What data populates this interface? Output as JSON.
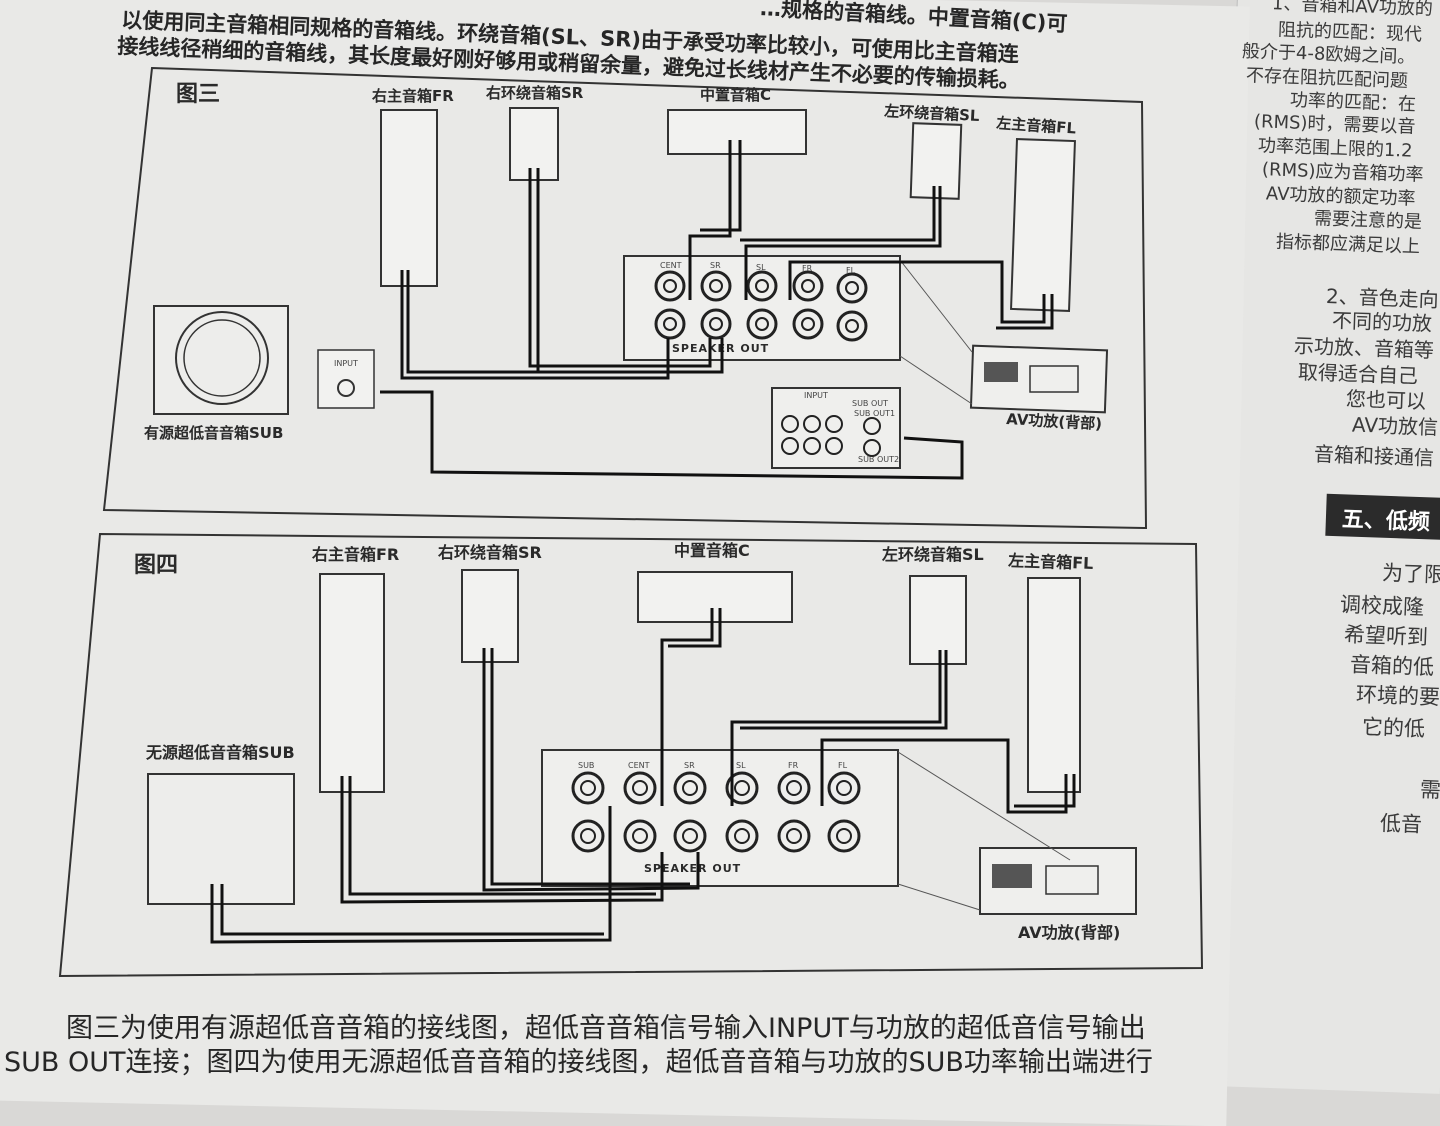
{
  "intro": {
    "line0": "…规格的音箱线。中置音箱(C)可",
    "line1": "以使用同主音箱相同规格的音箱线。环绕音箱(SL、SR)由于承受功率比较小，可使用比主音箱连",
    "line2": "接线线径稍细的音箱线，其长度最好刚好够用或稍留余量，避免过长线材产生不必要的传输损耗。"
  },
  "fig3": {
    "title": "图三",
    "fr": "右主音箱FR",
    "sr": "右环绕音箱SR",
    "c": "中置音箱C",
    "sl": "左环绕音箱SL",
    "fl": "左主音箱FL",
    "sub": "有源超低音音箱SUB",
    "input": "INPUT",
    "amp": "AV功放(背部)",
    "panel_labels": [
      "CENT",
      "SR",
      "SL",
      "FR",
      "FL"
    ],
    "speaker_out": "SPEAKER  OUT",
    "sub_out": "SUB OUT",
    "sub_out1": "SUB OUT1",
    "sub_out2": "SUB OUT2",
    "input_small": "INPUT"
  },
  "fig4": {
    "title": "图四",
    "fr": "右主音箱FR",
    "sr": "右环绕音箱SR",
    "c": "中置音箱C",
    "sl": "左环绕音箱SL",
    "fl": "左主音箱FL",
    "sub": "无源超低音音箱SUB",
    "amp": "AV功放(背部)",
    "panel_labels": [
      "SUB",
      "CENT",
      "SR",
      "SL",
      "FR",
      "FL"
    ],
    "speaker_out": "SPEAKER  OUT"
  },
  "caption": {
    "line1": "图三为使用有源超低音音箱的接线图，超低音音箱信号输入INPUT与功放的超低音信号输出",
    "line2": "SUB OUT连接；图四为使用无源超低音音箱的接线图，超低音音箱与功放的SUB功率输出端进行"
  },
  "side": {
    "lines": [
      "1、音箱和AV功放的",
      "阻抗的匹配：现代",
      "般介于4-8欧姆之间。",
      "不存在阻抗匹配问题",
      "功率的匹配：在",
      "(RMS)时，需要以音",
      "功率范围上限的1.2",
      "(RMS)应为音箱功率",
      "AV功放的额定功率",
      "需要注意的是",
      "指标都应满足以上",
      "2、音色走向",
      "不同的功放",
      "示功放、音箱等",
      "取得适合自己",
      "您也可以",
      "AV功放信",
      "音箱和接通信"
    ],
    "heading": "五、低频",
    "lines2": [
      "为了限",
      "调校成隆",
      "希望听到",
      "音箱的低",
      "环境的要",
      "它的低",
      "需",
      "低音"
    ]
  },
  "colors": {
    "paper": "#e9e9e7",
    "ink": "#222222",
    "shadow": "#2b2b2b"
  }
}
